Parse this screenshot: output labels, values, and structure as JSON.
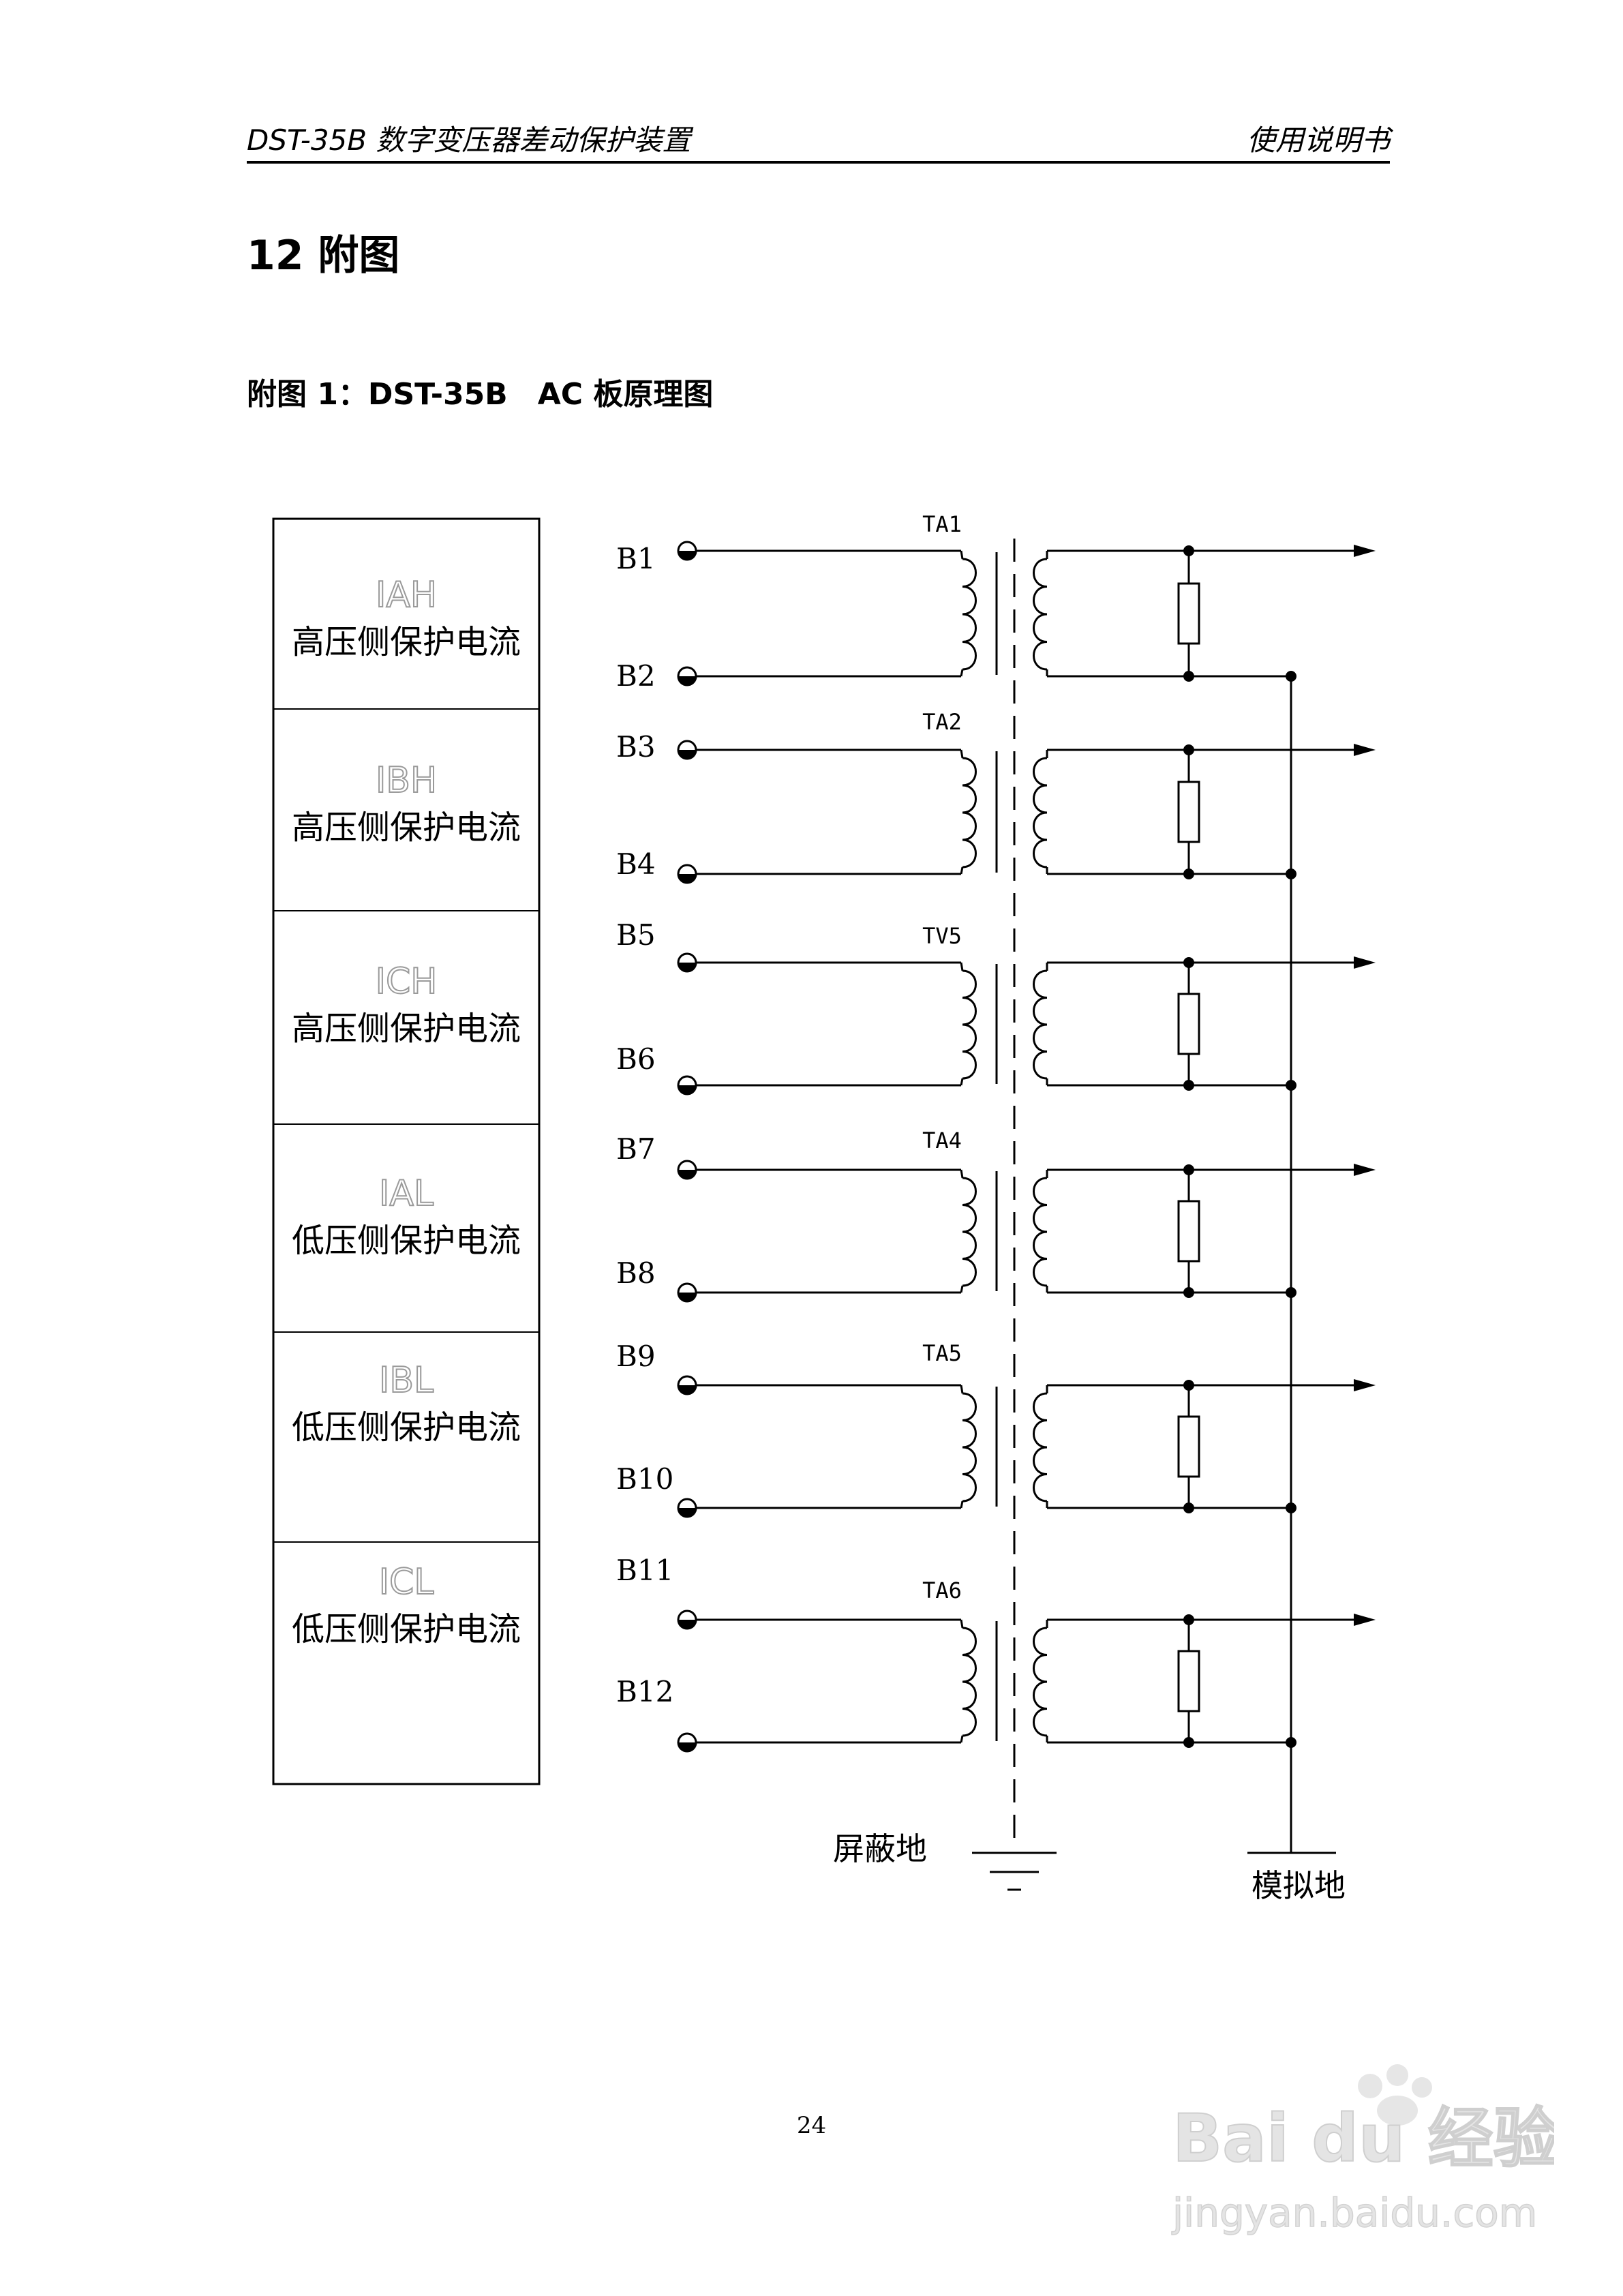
{
  "header": {
    "left": "DST-35B 数字变压器差动保护装置",
    "right": "使用说明书"
  },
  "section_title": "12 附图",
  "figure_title": "附图 1：DST-35B　AC 板原理图",
  "diagram": {
    "channels": [
      {
        "code": "IAH",
        "desc": "高压侧保护电流",
        "pin_top": "B1",
        "pin_bottom": "B2",
        "transformer": "TA1"
      },
      {
        "code": "IBH",
        "desc": "高压侧保护电流",
        "pin_top": "B3",
        "pin_bottom": "B4",
        "transformer": "TA2"
      },
      {
        "code": "ICH",
        "desc": "高压侧保护电流",
        "pin_top": "B5",
        "pin_bottom": "B6",
        "transformer": "TV5"
      },
      {
        "code": "IAL",
        "desc": "低压侧保护电流",
        "pin_top": "B7",
        "pin_bottom": "B8",
        "transformer": "TA4"
      },
      {
        "code": "IBL",
        "desc": "低压侧保护电流",
        "pin_top": "B9",
        "pin_bottom": "B10",
        "transformer": "TA5"
      },
      {
        "code": "ICL",
        "desc": "低压侧保护电流",
        "pin_top": "B11",
        "pin_bottom": "B12",
        "transformer": "TA6"
      }
    ],
    "shield_ground": "屏蔽地",
    "analog_ground": "模拟地"
  },
  "page_number": "24",
  "watermark": {
    "brand": "Bai du 经验",
    "url": "jingyan.baidu.com"
  }
}
